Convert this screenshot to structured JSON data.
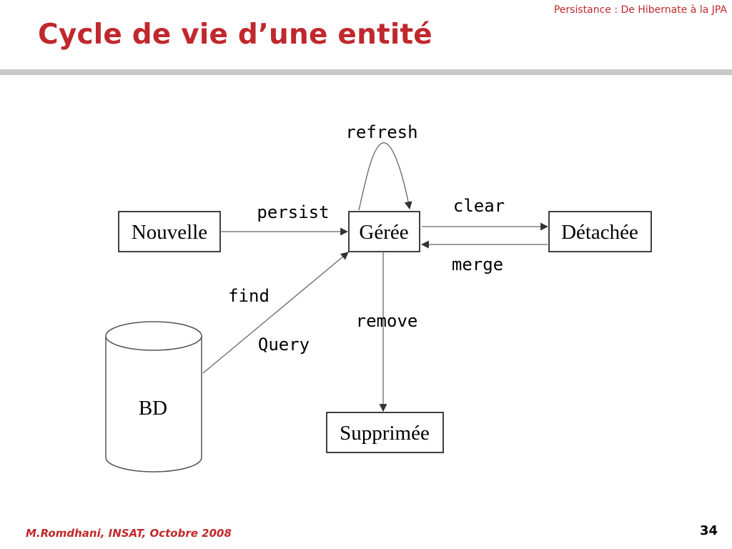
{
  "header": {
    "course": "Persistance : De Hibernate à la JPA",
    "title": "Cycle de vie d’une entité"
  },
  "diagram": {
    "nodes": {
      "nouvelle": "Nouvelle",
      "geree": "Gérée",
      "detachee": "Détachée",
      "supprimee": "Supprimée",
      "bd": "BD"
    },
    "edges": {
      "persist": "persist",
      "refresh": "refresh",
      "clear": "clear",
      "merge": "merge",
      "remove": "remove",
      "find": "find",
      "query": "Query"
    }
  },
  "footer": {
    "author": "M.Romdhani, INSAT, Octobre 2008",
    "page": "34"
  }
}
